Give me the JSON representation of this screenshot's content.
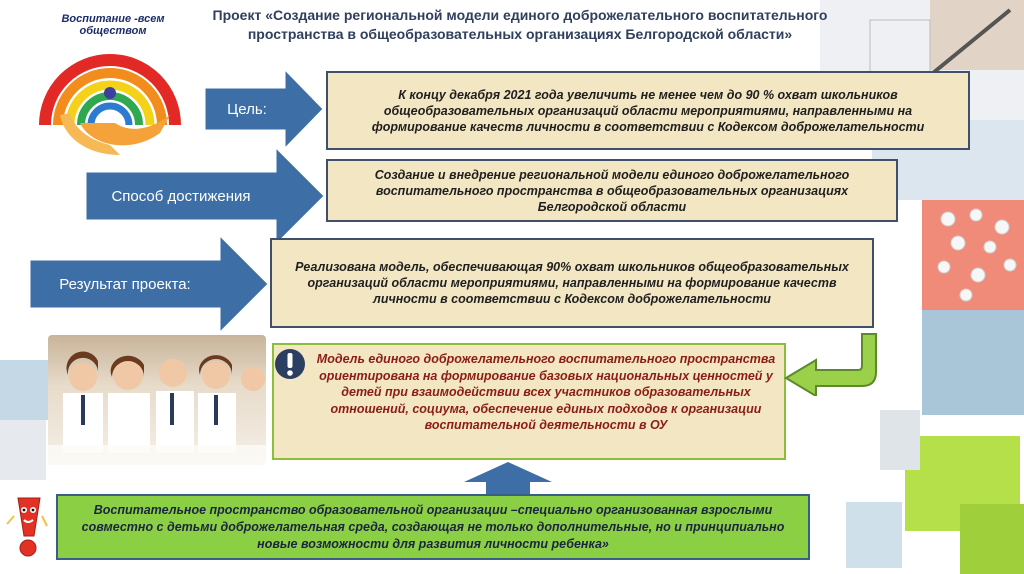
{
  "title": "Проект «Создание региональной модели единого доброжелательного  воспитательного пространства в общеобразовательных организациях Белгородской области»",
  "logo": {
    "arc_text": "Воспитание -всем обществом",
    "icon": "rainbow-hands-logo"
  },
  "rows": [
    {
      "label": "Цель:",
      "text": "К концу декабря 2021 года увеличить  не менее чем до 90 %  охват школьников общеобразовательных организаций области мероприятиями, направленными на формирование  качеств личности  в соответствии с Кодексом доброжелательности"
    },
    {
      "label": "Способ достижения",
      "text": "Создание и внедрение региональной модели единого  доброжелательного воспитательного пространства в общеобразовательных организациях Белгородской области"
    },
    {
      "label": "Результат проекта:",
      "text": "Реализована  модель, обеспечивающая 90%  охват школьников общеобразовательных организаций области мероприятиями, направленными на формирование  качеств личности  в соответствии с Кодексом доброжелательности"
    }
  ],
  "note": {
    "icon": "exclamation-icon",
    "text": "Модель единого  доброжелательного воспитательного пространства ориентирована на формирование  базовых национальных  ценностей у детей при  взаимодействии всех участников образовательных отношений, социума, обеспечение единых подходов к  организации воспитательной деятельности в ОУ"
  },
  "bottom": {
    "icon": "exclamation-character-icon",
    "text": "Воспитательное пространство  образовательной организации –специально организованная взрослыми совместно с детьми  доброжелательная среда, создающая не только дополнительные, но и принципиально новые возможности для развития личности ребенка»"
  },
  "colors": {
    "arrow_blue": "#3d6fa6",
    "box_fill": "#f3e6c3",
    "box_border": "#40506a",
    "green": "#8bcf44",
    "note_text": "#8b1d14",
    "deco_blue": "#a9c6d9",
    "deco_salmon": "#f08b7a",
    "deco_lime": "#b6e04a"
  }
}
